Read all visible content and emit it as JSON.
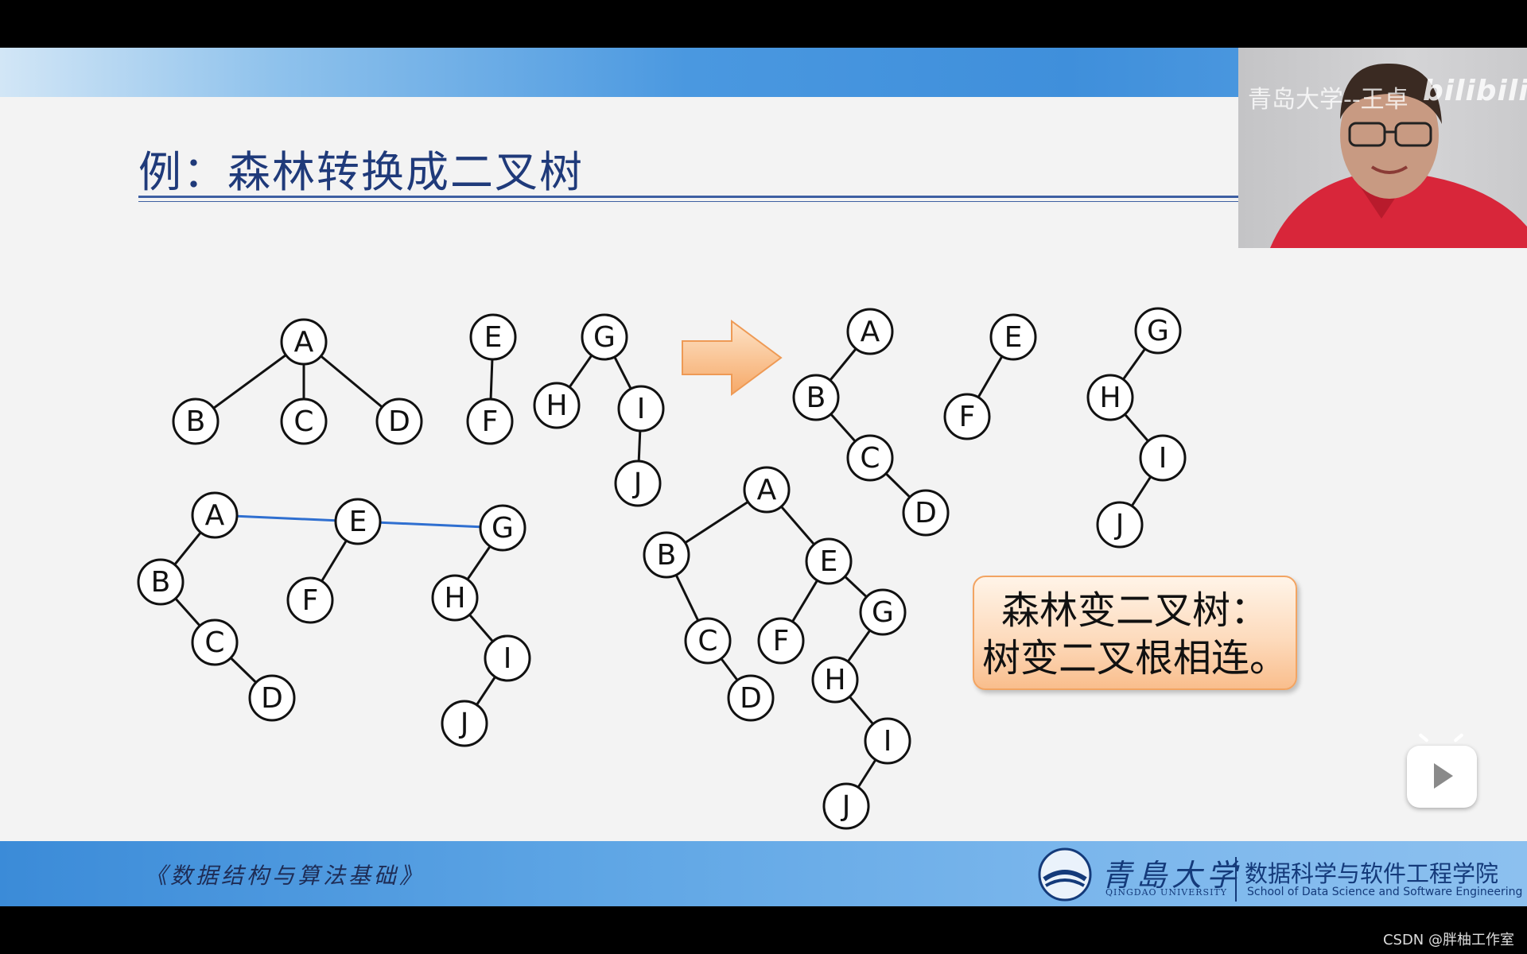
{
  "slide": {
    "title": "例：森林转换成二叉树",
    "callout": [
      "森林变二叉树：",
      "树变二叉根相连。"
    ],
    "footer": {
      "course": "《数据结构与算法基础》",
      "university_cn": "青島大学",
      "university_en": "QINGDAO UNIVERSITY",
      "school_cn": "数据科学与软件工程学院",
      "school_en": "School of Data Science and Software Engineering"
    },
    "colors": {
      "title": "#1f3a7a",
      "band": "#3f8fdb",
      "callout_fill": "#fddbbd",
      "connector": "#2f6fd0",
      "arrow": "#f7b47e"
    }
  },
  "webcam": {
    "watermark": "青岛大学--王卓",
    "logo_text": "bilibili"
  },
  "player": {
    "icon": "play-icon"
  },
  "credit": "CSDN @胖柚工作室",
  "trees": {
    "nodes": [
      {
        "id": "n1",
        "label": "A"
      },
      {
        "id": "n2",
        "label": "B"
      },
      {
        "id": "n3",
        "label": "C"
      },
      {
        "id": "n4",
        "label": "D"
      },
      {
        "id": "n5",
        "label": "E"
      },
      {
        "id": "n6",
        "label": "F"
      },
      {
        "id": "n7",
        "label": "G"
      },
      {
        "id": "n8",
        "label": "H"
      },
      {
        "id": "n9",
        "label": "I"
      },
      {
        "id": "n10",
        "label": "J"
      },
      {
        "id": "n11",
        "label": "A"
      },
      {
        "id": "n12",
        "label": "B"
      },
      {
        "id": "n13",
        "label": "C"
      },
      {
        "id": "n14",
        "label": "D"
      },
      {
        "id": "n15",
        "label": "E"
      },
      {
        "id": "n16",
        "label": "F"
      },
      {
        "id": "n17",
        "label": "G"
      },
      {
        "id": "n18",
        "label": "H"
      },
      {
        "id": "n19",
        "label": "I"
      },
      {
        "id": "n20",
        "label": "J"
      },
      {
        "id": "n21",
        "label": "A"
      },
      {
        "id": "n22",
        "label": "B"
      },
      {
        "id": "n23",
        "label": "C"
      },
      {
        "id": "n24",
        "label": "D"
      },
      {
        "id": "n25",
        "label": "E"
      },
      {
        "id": "n26",
        "label": "F"
      },
      {
        "id": "n27",
        "label": "G"
      },
      {
        "id": "n28",
        "label": "H"
      },
      {
        "id": "n29",
        "label": "I"
      },
      {
        "id": "n30",
        "label": "J"
      },
      {
        "id": "n31",
        "label": "A"
      },
      {
        "id": "n32",
        "label": "B"
      },
      {
        "id": "n33",
        "label": "C"
      },
      {
        "id": "n34",
        "label": "D"
      },
      {
        "id": "n35",
        "label": "E"
      },
      {
        "id": "n36",
        "label": "F"
      },
      {
        "id": "n37",
        "label": "G"
      },
      {
        "id": "n38",
        "label": "H"
      },
      {
        "id": "n39",
        "label": "I"
      },
      {
        "id": "n40",
        "label": "J"
      }
    ],
    "edges": [
      [
        "n1",
        "n2"
      ],
      [
        "n1",
        "n3"
      ],
      [
        "n1",
        "n4"
      ],
      [
        "n5",
        "n6"
      ],
      [
        "n7",
        "n8"
      ],
      [
        "n7",
        "n9"
      ],
      [
        "n9",
        "n10"
      ],
      [
        "n11",
        "n12"
      ],
      [
        "n12",
        "n13"
      ],
      [
        "n13",
        "n14"
      ],
      [
        "n15",
        "n16"
      ],
      [
        "n17",
        "n18"
      ],
      [
        "n18",
        "n19"
      ],
      [
        "n19",
        "n20"
      ],
      [
        "n21",
        "n22"
      ],
      [
        "n22",
        "n23"
      ],
      [
        "n23",
        "n24"
      ],
      [
        "n25",
        "n26"
      ],
      [
        "n27",
        "n28"
      ],
      [
        "n28",
        "n29"
      ],
      [
        "n29",
        "n30"
      ],
      [
        "n31",
        "n32"
      ],
      [
        "n31",
        "n35"
      ],
      [
        "n32",
        "n33"
      ],
      [
        "n33",
        "n34"
      ],
      [
        "n35",
        "n36"
      ],
      [
        "n35",
        "n37"
      ],
      [
        "n37",
        "n38"
      ],
      [
        "n38",
        "n39"
      ],
      [
        "n39",
        "n40"
      ]
    ],
    "connectors": [
      [
        "n21",
        "n25"
      ],
      [
        "n25",
        "n27"
      ]
    ]
  }
}
